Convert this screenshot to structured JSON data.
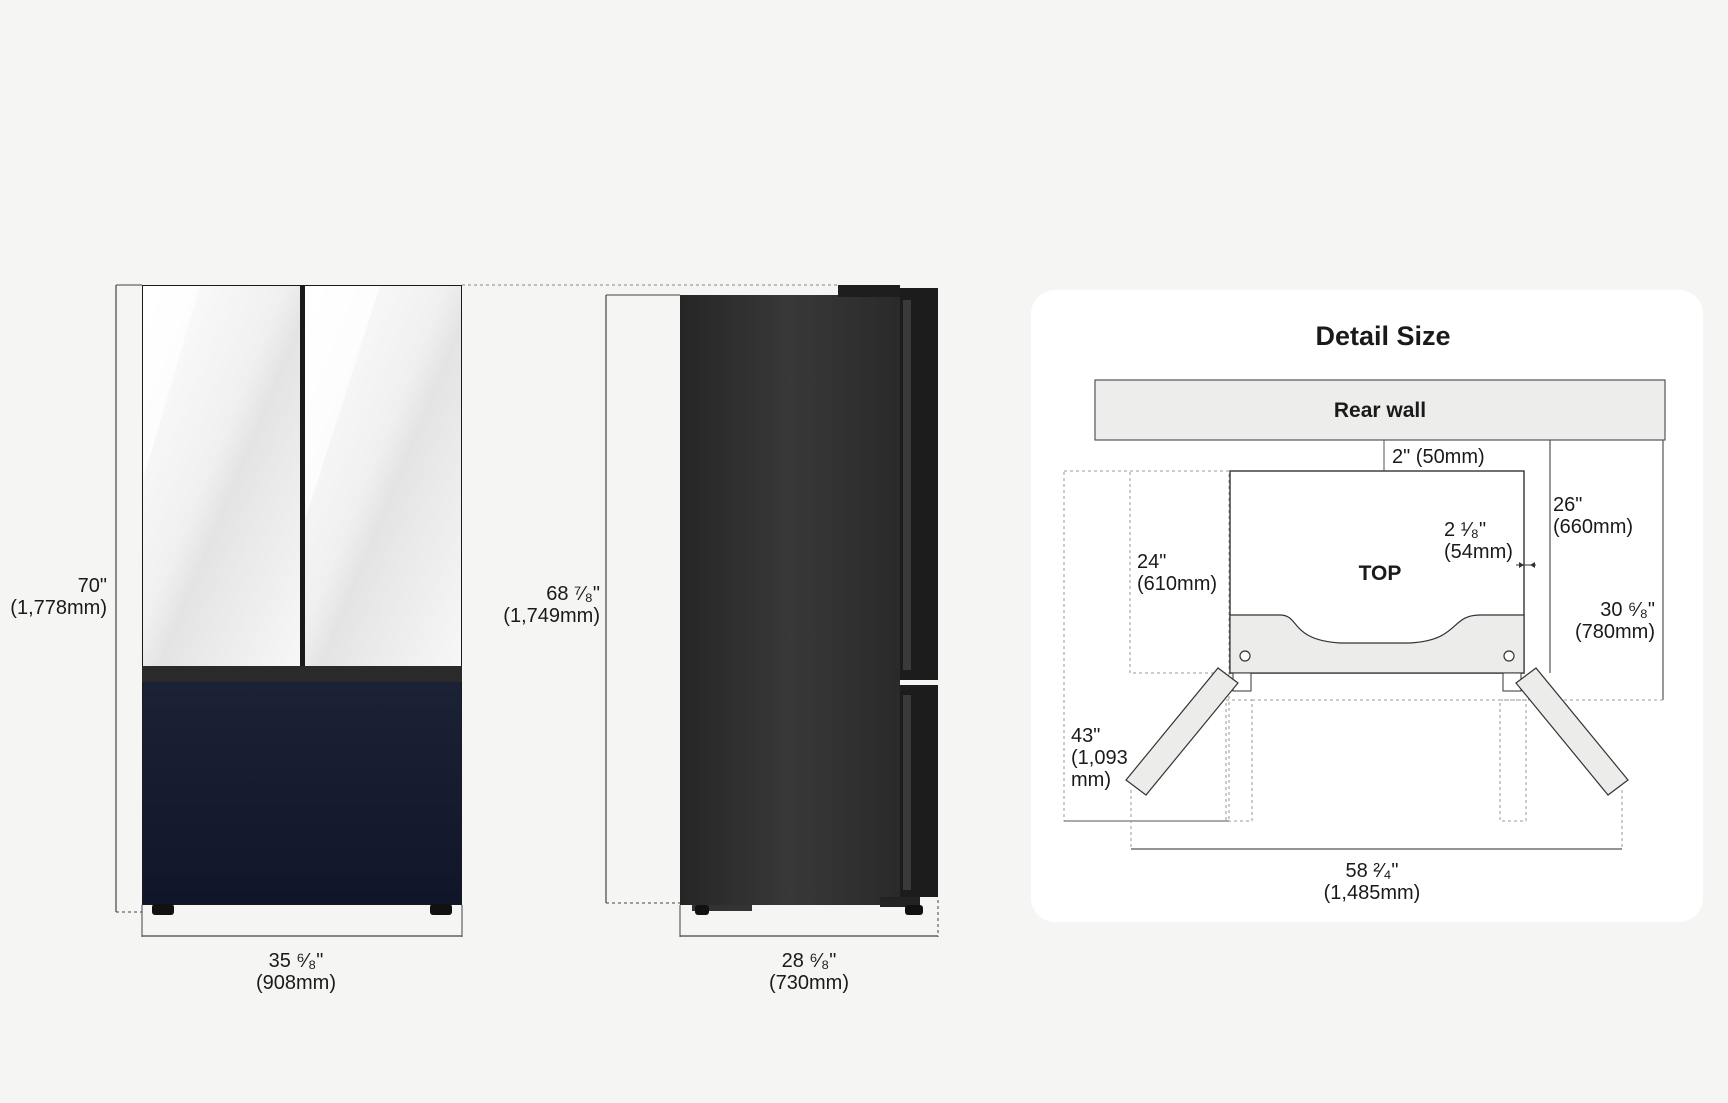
{
  "front_view": {
    "height_in": "70\"",
    "height_mm": "(1,778mm)",
    "width_in": "35 ⁶⁄₈\"",
    "width_mm": "(908mm)",
    "upper_door_color": "#f4f4f4",
    "lower_drawer_color": "#151b2e"
  },
  "side_view": {
    "height_in": "68 ⁷⁄₈\"",
    "height_mm": "(1,749mm)",
    "depth_in": "28 ⁶⁄₈\"",
    "depth_mm": "(730mm)",
    "body_color": "#2f2f2f"
  },
  "detail": {
    "title": "Detail Size",
    "rear_wall": "Rear wall",
    "top_label": "TOP",
    "gap_rear": "2\" (50mm)",
    "depth_24_in": "24\"",
    "depth_24_mm": "(610mm)",
    "depth_26_in": "26\"",
    "depth_26_mm": "(660mm)",
    "side_gap_in": "2 ¹⁄₈\"",
    "side_gap_mm": "(54mm)",
    "depth_30_in": "30 ⁶⁄₈\"",
    "depth_30_mm": "(780mm)",
    "door_open_in": "43\"",
    "door_open_mm_1": "(1,093",
    "door_open_mm_2": "mm)",
    "width_open_in": "58 ²⁄₄\"",
    "width_open_mm": "(1,485mm)"
  }
}
